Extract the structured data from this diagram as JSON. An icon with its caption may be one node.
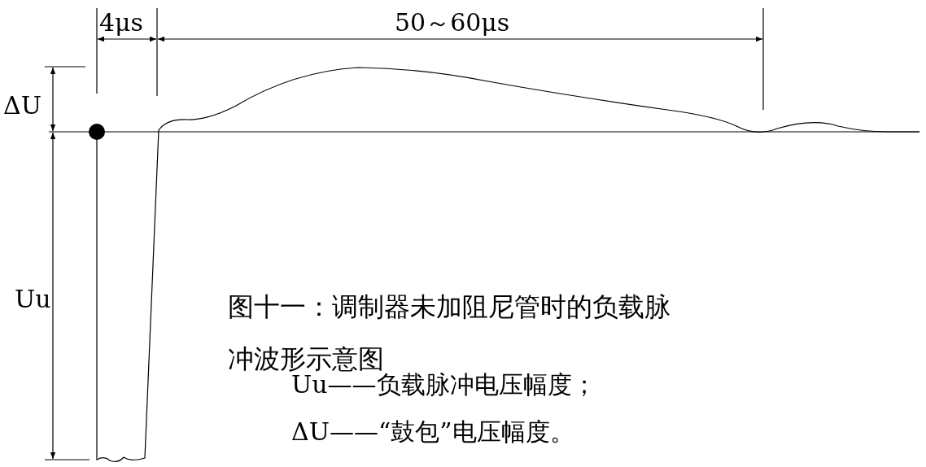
{
  "diagram": {
    "caption": "图十一：调制器未加阻尼管时的负载脉冲波形示意图",
    "labels": [
      "4μs",
      "50～60μs",
      "ΔU",
      "Uu",
      "Uu——负载脉冲电压幅度；",
      "ΔU——“鼓包”电压幅度。"
    ]
  }
}
